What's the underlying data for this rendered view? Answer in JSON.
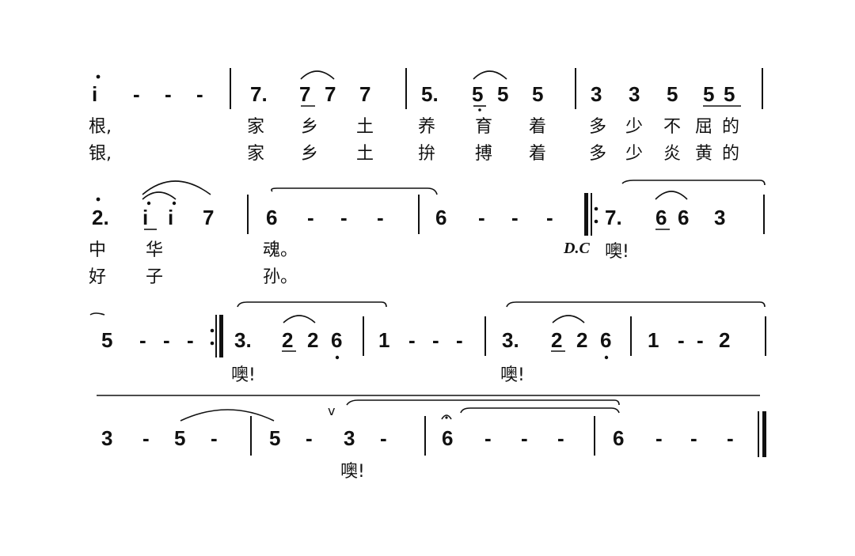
{
  "score": {
    "row1": {
      "n": [
        "i",
        "-",
        "-",
        "-",
        "7.",
        "7",
        "7",
        "7",
        "5.",
        "5",
        "5",
        "5",
        "3",
        "3",
        "5",
        "5",
        "5"
      ],
      "v1": [
        "根,",
        "家",
        "乡",
        "土",
        "养",
        "育",
        "着",
        "多",
        "少",
        "不",
        "屈",
        "的"
      ],
      "v2": [
        "银,",
        "家",
        "乡",
        "土",
        "拚",
        "搏",
        "着",
        "多",
        "少",
        "炎",
        "黄",
        "的"
      ]
    },
    "row2": {
      "n": [
        "2.",
        "i",
        "i",
        "7",
        "6",
        "-",
        "-",
        "-",
        "6",
        "-",
        "-",
        "-",
        "7.",
        "6",
        "6",
        "3"
      ],
      "v1": [
        "中",
        "华",
        "魂。"
      ],
      "v2": [
        "好",
        "子",
        "孙。"
      ],
      "dc": "D.C",
      "oh": "噢!"
    },
    "row3": {
      "n": [
        "5",
        "-",
        "-",
        "-",
        "3.",
        "2",
        "2",
        "6",
        "1",
        "-",
        "-",
        "-",
        "3.",
        "2",
        "2",
        "6",
        "1",
        "-",
        "-",
        "2"
      ],
      "oh": [
        "噢!",
        "噢!"
      ]
    },
    "row4": {
      "n": [
        "3",
        "-",
        "5",
        "-",
        "5",
        "-",
        "3",
        "-",
        "6",
        "-",
        "-",
        "-",
        "6",
        "-",
        "-",
        "-"
      ],
      "oh": "噢!",
      "breath": "v"
    }
  }
}
